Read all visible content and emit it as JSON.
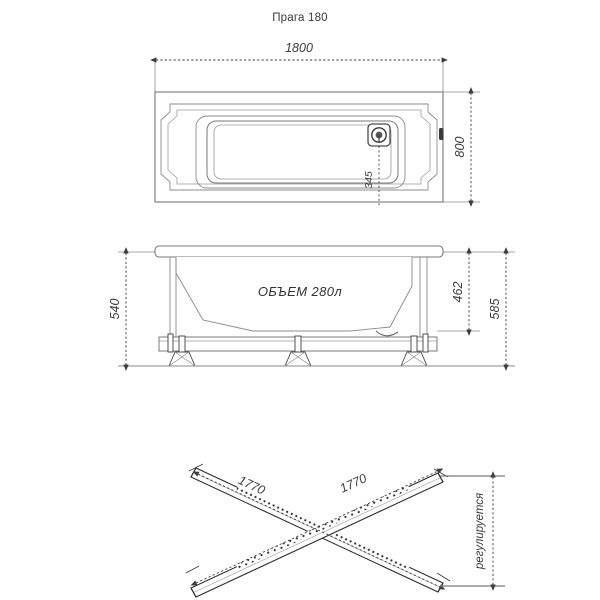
{
  "drawing": {
    "title": "Прага 180",
    "line_color": "#7a7a7a",
    "dim_color": "#3d3d3d",
    "accent_color": "#2b2b2b"
  },
  "views": {
    "top": {
      "name": "top-view",
      "dim_width": "1800",
      "dim_depth": "800",
      "dim_drain_offset": "345",
      "drain_icon": "drain-outlet-icon",
      "overflow_icon": "overflow-slot-icon"
    },
    "side": {
      "name": "side-view",
      "volume_label": "ОБЪЕМ 280л",
      "dim_total_height": "540",
      "dim_inner_height": "462",
      "dim_rim_height": "585",
      "feet_count": 3
    },
    "frame": {
      "name": "frame-view",
      "dim_bar_left": "1770",
      "dim_bar_right": "1770",
      "adjust_label": "регулируется"
    }
  }
}
